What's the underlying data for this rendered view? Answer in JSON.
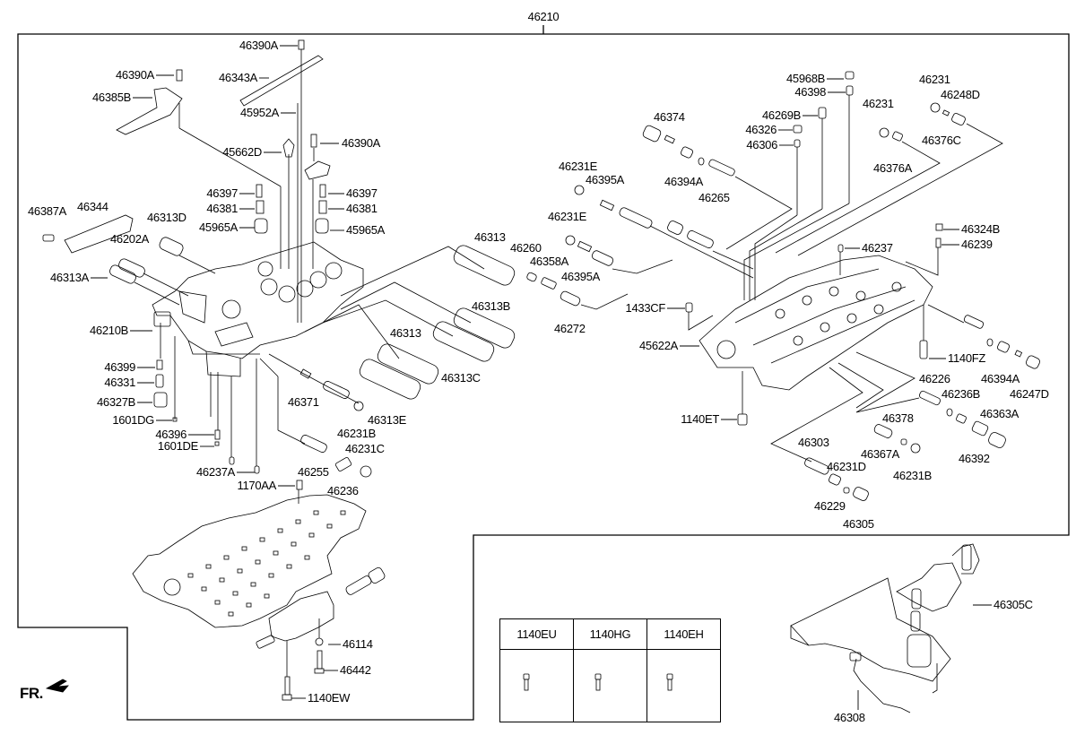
{
  "diagram": {
    "title": "Valve Body Assembly Exploded Parts Diagram",
    "main_assembly": "46210",
    "front_indicator": "FR.",
    "line_color": "#000000",
    "background": "#ffffff"
  },
  "labels": {
    "l46210": "46210",
    "l46390A_1": "46390A",
    "l46390A_2": "46390A",
    "l46390A_3": "46390A",
    "l46343A": "46343A",
    "l46385B": "46385B",
    "l45952A": "45952A",
    "l45662D": "45662D",
    "l46397_1": "46397",
    "l46381_1": "46381",
    "l45965A_1": "45965A",
    "l46397_2": "46397",
    "l46381_2": "46381",
    "l45965A_2": "45965A",
    "l46387A": "46387A",
    "l46344": "46344",
    "l46313D": "46313D",
    "l46202A": "46202A",
    "l46313A": "46313A",
    "l46210B": "46210B",
    "l46399": "46399",
    "l46331": "46331",
    "l46327B": "46327B",
    "l1601DG": "1601DG",
    "l46396": "46396",
    "l1601DE": "1601DE",
    "l46237A": "46237A",
    "l1170AA": "1170AA",
    "l46255": "46255",
    "l46236": "46236",
    "l46231C": "46231C",
    "l46231B_1": "46231B",
    "l46371": "46371",
    "l46313E": "46313E",
    "l46313_1": "46313",
    "l46313C": "46313C",
    "l46313B": "46313B",
    "l46313_2": "46313",
    "l46260": "46260",
    "l46358A": "46358A",
    "l46395A_1": "46395A",
    "l46395A_2": "46395A",
    "l46231E_1": "46231E",
    "l46231E_2": "46231E",
    "l46272": "46272",
    "l46374": "46374",
    "l46394A_1": "46394A",
    "l46265": "46265",
    "l45968B": "45968B",
    "l46398": "46398",
    "l46269B": "46269B",
    "l46326": "46326",
    "l46306": "46306",
    "l46231_1": "46231",
    "l46376A": "46376A",
    "l46231_2": "46231",
    "l46248D": "46248D",
    "l46376C": "46376C",
    "l46324B": "46324B",
    "l46239": "46239",
    "l46237": "46237",
    "l1433CF": "1433CF",
    "l45622A": "45622A",
    "l1140FZ": "1140FZ",
    "l46394A_2": "46394A",
    "l46247D": "46247D",
    "l1140ET": "1140ET",
    "l46226": "46226",
    "l46236B": "46236B",
    "l46363A": "46363A",
    "l46378": "46378",
    "l46367A": "46367A",
    "l46392": "46392",
    "l46231B_2": "46231B",
    "l46303": "46303",
    "l46231D": "46231D",
    "l46229": "46229",
    "l46305": "46305",
    "l46114": "46114",
    "l46442": "46442",
    "l1140EW": "1140EW",
    "l46305C": "46305C",
    "l46308": "46308"
  },
  "bolt_table": {
    "headers": [
      "1140EU",
      "1140HG",
      "1140EH"
    ]
  }
}
